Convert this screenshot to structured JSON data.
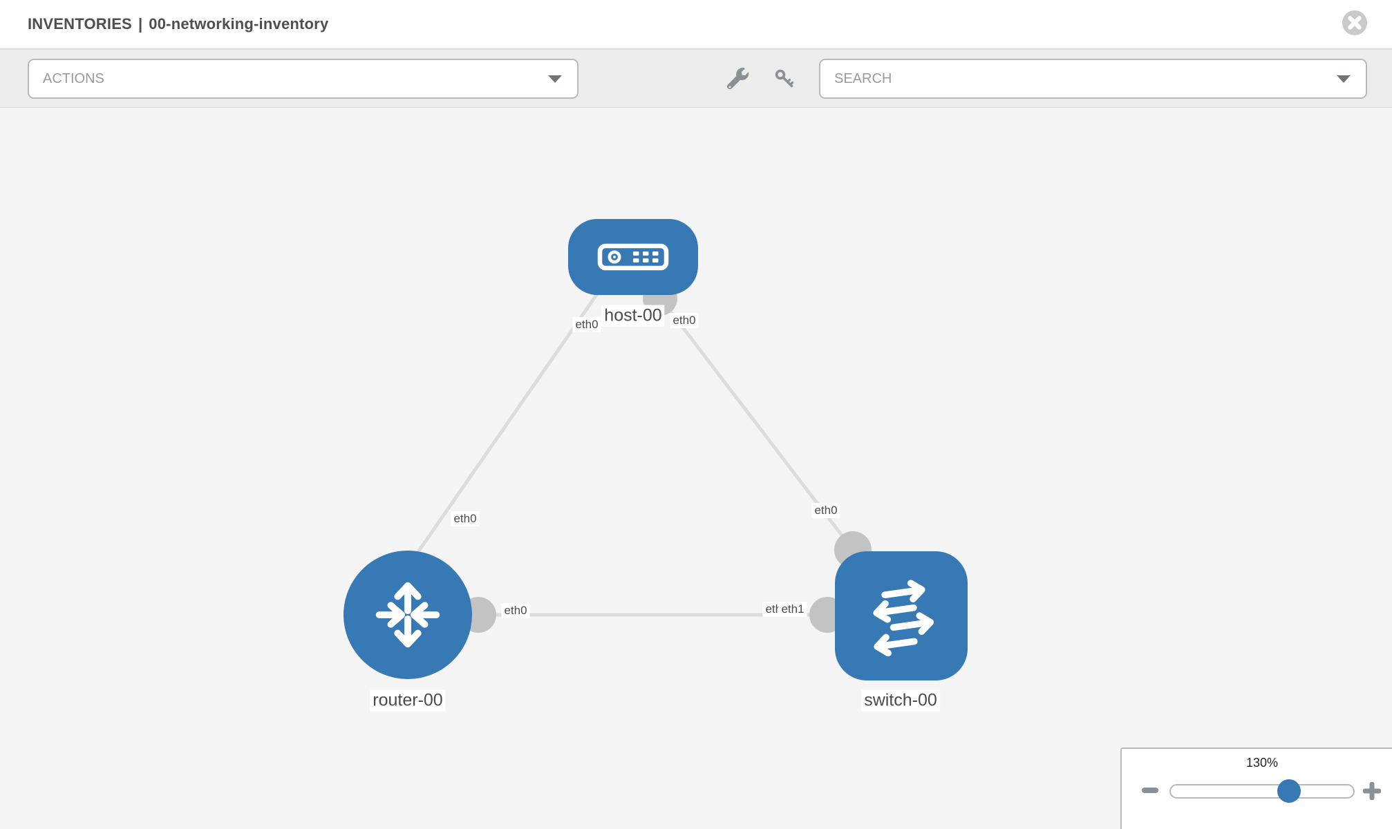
{
  "header": {
    "section": "INVENTORIES",
    "separator": "|",
    "inventory_name": "00-networking-inventory"
  },
  "toolbar": {
    "actions_label": "ACTIONS",
    "search_placeholder": "SEARCH"
  },
  "topology": {
    "nodes": [
      {
        "id": "host-00",
        "type": "host",
        "label": "host-00"
      },
      {
        "id": "router-00",
        "type": "router",
        "label": "router-00"
      },
      {
        "id": "switch-00",
        "type": "switch",
        "label": "switch-00"
      }
    ],
    "links": [
      {
        "source": "host-00",
        "target": "router-00",
        "source_interface": "eth0",
        "target_interface": "eth0"
      },
      {
        "source": "host-00",
        "target": "switch-00",
        "source_interface": "eth0",
        "target_interface": "eth0"
      },
      {
        "source": "router-00",
        "target": "switch-00",
        "source_interface": "eth0",
        "target_interfaces": [
          "eth0",
          "eth1"
        ]
      }
    ]
  },
  "zoom_control": {
    "level": "130%"
  },
  "colors": {
    "node-blue": "#3679b5",
    "link-gray": "#dcdcdc",
    "connector-gray": "#c3c3c3",
    "canvas-bg": "#f4f4f4",
    "toolbar-bg": "#ececec",
    "icon-gray": "#8a9096",
    "border-gray": "#b9b9b9",
    "text-dark": "#4a4a4a",
    "placeholder-gray": "#9a9a9a"
  }
}
